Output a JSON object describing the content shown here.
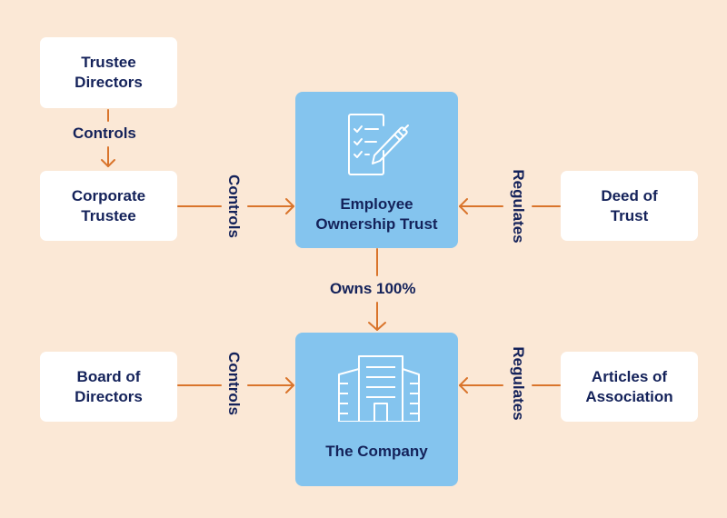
{
  "colors": {
    "background": "#fbe8d6",
    "entity_box": "#ffffff",
    "central_box": "#84c4ee",
    "text": "#14225a",
    "arrow": "#d9742b",
    "icon_stroke": "#ffffff"
  },
  "nodes": {
    "trustee_directors": {
      "line1": "Trustee",
      "line2": "Directors"
    },
    "corporate_trustee": {
      "line1": "Corporate",
      "line2": "Trustee"
    },
    "board_of_directors": {
      "line1": "Board of",
      "line2": "Directors"
    },
    "deed_of_trust": {
      "line1": "Deed of",
      "line2": "Trust"
    },
    "articles_of_association": {
      "line1": "Articles of",
      "line2": "Association"
    },
    "employee_ownership_trust": {
      "line1": "Employee",
      "line2": "Ownership Trust",
      "icon": "checklist-pen-icon"
    },
    "the_company": {
      "line1": "The Company",
      "icon": "office-building-icon"
    }
  },
  "edges": {
    "trustee_to_corporate": "Controls",
    "corporate_to_eot": "Controls",
    "deed_to_eot": "Regulates",
    "eot_to_company": "Owns 100%",
    "board_to_company": "Controls",
    "articles_to_company": "Regulates"
  }
}
